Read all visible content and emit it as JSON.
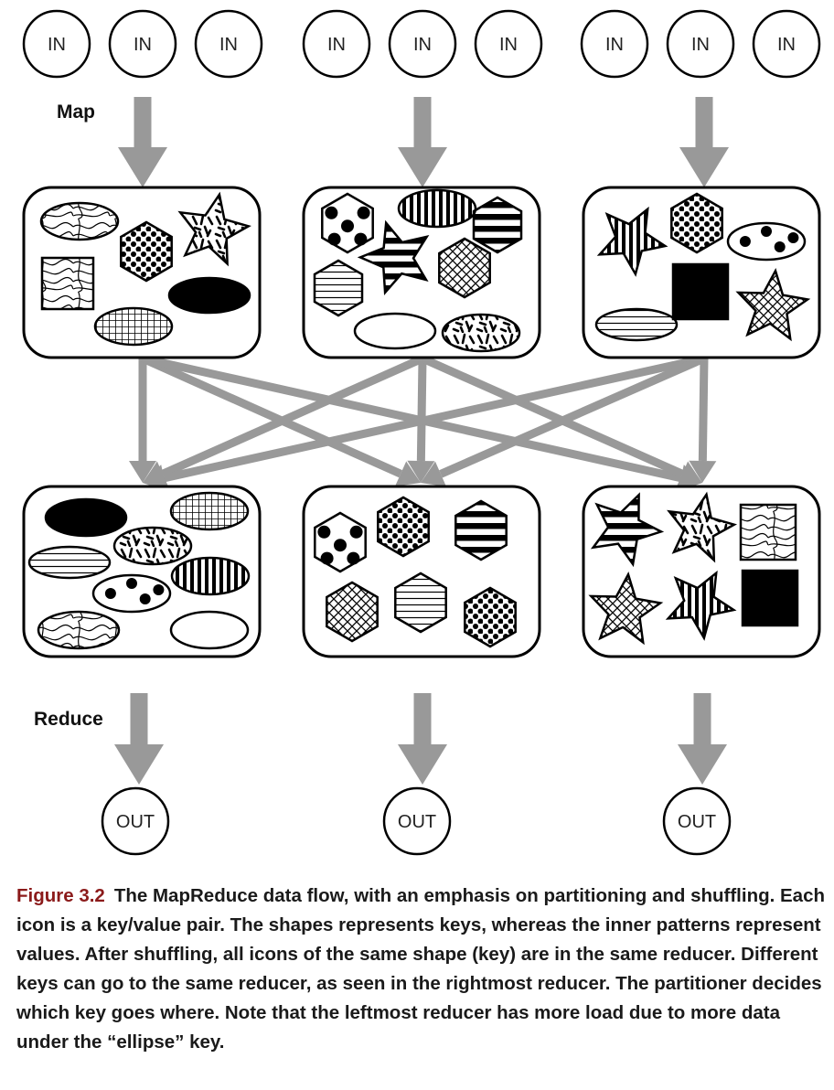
{
  "colors": {
    "arrow": "#999999",
    "stroke": "#000000",
    "figure_label": "#8b1a1a"
  },
  "labels": {
    "input": "IN",
    "output": "OUT",
    "map": "Map",
    "reduce": "Reduce"
  },
  "caption": {
    "figure": "Figure 3.2",
    "text": "The MapReduce data flow, with an emphasis on  partitioning and shuffling. Each icon is a key/value pair. The shapes represents keys, whereas the inner patterns represent values. After shuffling, all icons of the same shape (key) are in the same reducer. Different keys can go to the same reducer, as seen in the rightmost reducer. The partitioner decides which key goes where. Note that  the leftmost reducer has more load due to more data under the “ellipse” key."
  },
  "mappers": [
    {
      "name": "mapper-1",
      "items": [
        {
          "shape": "ellipse",
          "pattern": "wavy"
        },
        {
          "shape": "hexagon",
          "pattern": "dots"
        },
        {
          "shape": "star",
          "pattern": "confetti"
        },
        {
          "shape": "square",
          "pattern": "wavy"
        },
        {
          "shape": "ellipse",
          "pattern": "solid"
        },
        {
          "shape": "ellipse",
          "pattern": "grid"
        }
      ]
    },
    {
      "name": "mapper-2",
      "items": [
        {
          "shape": "hexagon",
          "pattern": "bigdots"
        },
        {
          "shape": "ellipse",
          "pattern": "vstripes"
        },
        {
          "shape": "hexagon",
          "pattern": "hstripes"
        },
        {
          "shape": "star",
          "pattern": "hstripes"
        },
        {
          "shape": "hexagon",
          "pattern": "crosshatch"
        },
        {
          "shape": "hexagon",
          "pattern": "thinstripes"
        },
        {
          "shape": "ellipse",
          "pattern": "empty"
        },
        {
          "shape": "ellipse",
          "pattern": "confetti"
        }
      ]
    },
    {
      "name": "mapper-3",
      "items": [
        {
          "shape": "star",
          "pattern": "vstripes"
        },
        {
          "shape": "hexagon",
          "pattern": "dots"
        },
        {
          "shape": "ellipse",
          "pattern": "bigdots"
        },
        {
          "shape": "square",
          "pattern": "solid"
        },
        {
          "shape": "ellipse",
          "pattern": "thinstripes"
        },
        {
          "shape": "star",
          "pattern": "crosshatch"
        }
      ]
    }
  ],
  "reducers": [
    {
      "name": "reducer-1",
      "key": "ellipse",
      "items": [
        {
          "shape": "ellipse",
          "pattern": "solid"
        },
        {
          "shape": "ellipse",
          "pattern": "grid"
        },
        {
          "shape": "ellipse",
          "pattern": "confetti"
        },
        {
          "shape": "ellipse",
          "pattern": "thinstripes"
        },
        {
          "shape": "ellipse",
          "pattern": "bigdots"
        },
        {
          "shape": "ellipse",
          "pattern": "vstripes"
        },
        {
          "shape": "ellipse",
          "pattern": "wavy"
        },
        {
          "shape": "ellipse",
          "pattern": "empty"
        }
      ]
    },
    {
      "name": "reducer-2",
      "key": "hexagon",
      "items": [
        {
          "shape": "hexagon",
          "pattern": "bigdots"
        },
        {
          "shape": "hexagon",
          "pattern": "dots"
        },
        {
          "shape": "hexagon",
          "pattern": "hstripes"
        },
        {
          "shape": "hexagon",
          "pattern": "crosshatch"
        },
        {
          "shape": "hexagon",
          "pattern": "thinstripes"
        },
        {
          "shape": "hexagon",
          "pattern": "dots"
        }
      ]
    },
    {
      "name": "reducer-3",
      "key": "star, square",
      "items": [
        {
          "shape": "star",
          "pattern": "hstripes"
        },
        {
          "shape": "star",
          "pattern": "confetti"
        },
        {
          "shape": "square",
          "pattern": "wavy"
        },
        {
          "shape": "star",
          "pattern": "crosshatch"
        },
        {
          "shape": "star",
          "pattern": "vstripes"
        },
        {
          "shape": "square",
          "pattern": "solid"
        }
      ]
    }
  ]
}
